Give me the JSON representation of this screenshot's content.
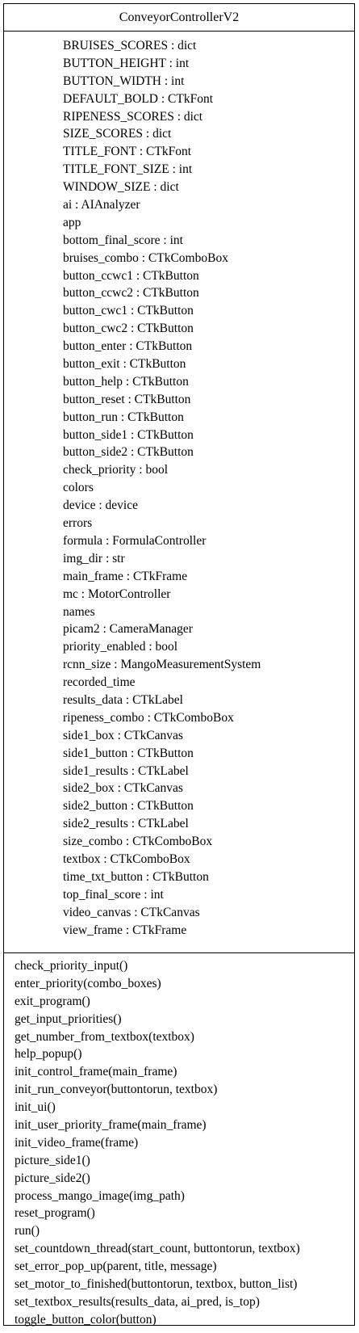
{
  "class": {
    "name": "ConveyorControllerV2",
    "attributes": [
      "BRUISES_SCORES : dict",
      "BUTTON_HEIGHT : int",
      "BUTTON_WIDTH : int",
      "DEFAULT_BOLD : CTkFont",
      "RIPENESS_SCORES : dict",
      "SIZE_SCORES : dict",
      "TITLE_FONT : CTkFont",
      "TITLE_FONT_SIZE : int",
      "WINDOW_SIZE : dict",
      "ai : AIAnalyzer",
      "app",
      "bottom_final_score : int",
      "bruises_combo : CTkComboBox",
      "button_ccwc1 : CTkButton",
      "button_ccwc2 : CTkButton",
      "button_cwc1 : CTkButton",
      "button_cwc2 : CTkButton",
      "button_enter : CTkButton",
      "button_exit : CTkButton",
      "button_help : CTkButton",
      "button_reset : CTkButton",
      "button_run : CTkButton",
      "button_side1 : CTkButton",
      "button_side2 : CTkButton",
      "check_priority : bool",
      "colors",
      "device : device",
      "errors",
      "formula : FormulaController",
      "img_dir : str",
      "main_frame : CTkFrame",
      "mc : MotorController",
      "names",
      "picam2 : CameraManager",
      "priority_enabled : bool",
      "rcnn_size : MangoMeasurementSystem",
      "recorded_time",
      "results_data : CTkLabel",
      "ripeness_combo : CTkComboBox",
      "side1_box : CTkCanvas",
      "side1_button : CTkButton",
      "side1_results : CTkLabel",
      "side2_box : CTkCanvas",
      "side2_button : CTkButton",
      "side2_results : CTkLabel",
      "size_combo : CTkComboBox",
      "textbox : CTkComboBox",
      "time_txt_button : CTkButton",
      "top_final_score : int",
      "video_canvas : CTkCanvas",
      "view_frame : CTkFrame"
    ],
    "methods": [
      "check_priority_input()",
      "enter_priority(combo_boxes)",
      "exit_program()",
      "get_input_priorities()",
      "get_number_from_textbox(textbox)",
      "help_popup()",
      "init_control_frame(main_frame)",
      "init_run_conveyor(buttontorun, textbox)",
      "init_ui()",
      "init_user_priority_frame(main_frame)",
      "init_video_frame(frame)",
      "picture_side1()",
      "picture_side2()",
      "process_mango_image(img_path)",
      "reset_program()",
      "run()",
      "set_countdown_thread(start_count, buttontorun, textbox)",
      "set_error_pop_up(parent, title, message)",
      "set_motor_to_finished(buttontorun, textbox, button_list)",
      "set_textbox_results(results_data, ai_pred, is_top)",
      "toggle_button_color(button)"
    ]
  }
}
